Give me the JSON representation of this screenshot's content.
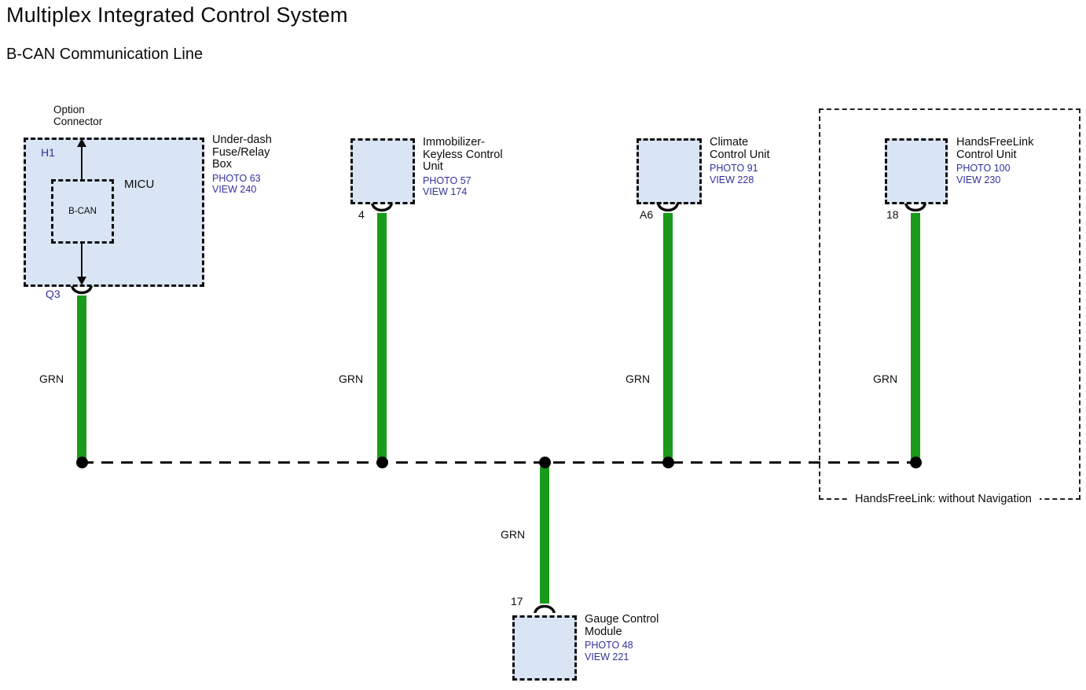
{
  "title": "Multiplex Integrated Control System",
  "subtitle": "B-CAN Communication Line",
  "colors": {
    "wire_green": "#1a9a1a",
    "reference_blue": "#32329b",
    "box_fill": "#d9e5f4",
    "line_black": "#0d0d0d"
  },
  "fuse_box": {
    "option_connector_label": "Option\nConnector",
    "pin_top": "H1",
    "pin_bottom": "Q3",
    "micu_label": "MICU",
    "bcan_label": "B-CAN",
    "name": "Under-dash\nFuse/Relay\nBox",
    "photo": "PHOTO 63",
    "view": "VIEW 240"
  },
  "components": [
    {
      "id": "immobilizer",
      "name": "Immobilizer-\nKeyless Control\nUnit",
      "photo": "PHOTO 57",
      "view": "VIEW 174",
      "pin": "4"
    },
    {
      "id": "climate",
      "name": "Climate\nControl Unit",
      "photo": "PHOTO 91",
      "view": "VIEW 228",
      "pin": "A6"
    },
    {
      "id": "handsfreelink",
      "name": "HandsFreeLink\nControl Unit",
      "photo": "PHOTO 100",
      "view": "VIEW 230",
      "pin": "18"
    },
    {
      "id": "gauge",
      "name": "Gauge Control\nModule",
      "photo": "PHOTO 48",
      "view": "VIEW 221",
      "pin": "17"
    }
  ],
  "wires": {
    "labels": [
      "GRN",
      "GRN",
      "GRN",
      "GRN",
      "GRN"
    ]
  },
  "region": {
    "caption": "HandsFreeLink: without Navigation"
  }
}
